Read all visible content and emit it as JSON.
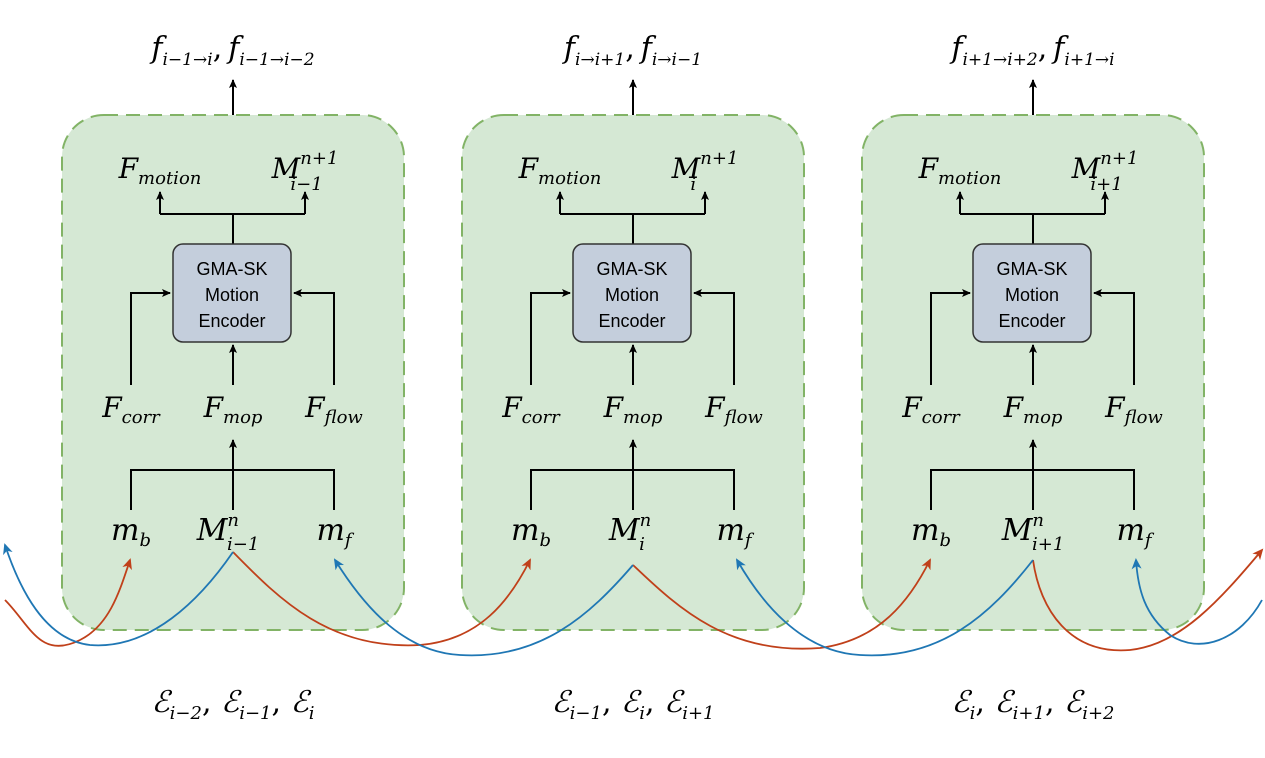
{
  "encoder_text": [
    "GMA-SK",
    "Motion",
    "Encoder"
  ],
  "panels": [
    {
      "top_output": {
        "a_base": "f",
        "a_sub": "i−1→i",
        "sep": ",",
        "b_base": "f",
        "b_sub": "i−1→i−2"
      },
      "f_motion": {
        "base": "F",
        "sub": "motion"
      },
      "m_next": {
        "base": "M",
        "sub": "i−1",
        "sup": "n+1"
      },
      "f_corr": {
        "base": "F",
        "sub": "corr"
      },
      "f_mop": {
        "base": "F",
        "sub": "mop"
      },
      "f_flow": {
        "base": "F",
        "sub": "flow"
      },
      "m_b": {
        "base": "m",
        "sub": "b"
      },
      "m_cur": {
        "base": "M",
        "sub": "i−1",
        "sup": "n"
      },
      "m_f": {
        "base": "m",
        "sub": "f"
      },
      "bottom_label": {
        "e1": "i−2",
        "e2": "i−1",
        "e3": "i"
      }
    },
    {
      "top_output": {
        "a_base": "f",
        "a_sub": "i→i+1",
        "sep": ",",
        "b_base": "f",
        "b_sub": "i→i−1"
      },
      "f_motion": {
        "base": "F",
        "sub": "motion"
      },
      "m_next": {
        "base": "M",
        "sub": "i",
        "sup": "n+1"
      },
      "f_corr": {
        "base": "F",
        "sub": "corr"
      },
      "f_mop": {
        "base": "F",
        "sub": "mop"
      },
      "f_flow": {
        "base": "F",
        "sub": "flow"
      },
      "m_b": {
        "base": "m",
        "sub": "b"
      },
      "m_cur": {
        "base": "M",
        "sub": "i",
        "sup": "n"
      },
      "m_f": {
        "base": "m",
        "sub": "f"
      },
      "bottom_label": {
        "e1": "i−1",
        "e2": "i",
        "e3": "i+1"
      }
    },
    {
      "top_output": {
        "a_base": "f",
        "a_sub": "i+1→i+2",
        "sep": ",",
        "b_base": "f",
        "b_sub": "i+1→i"
      },
      "f_motion": {
        "base": "F",
        "sub": "motion"
      },
      "m_next": {
        "base": "M",
        "sub": "i+1",
        "sup": "n+1"
      },
      "f_corr": {
        "base": "F",
        "sub": "corr"
      },
      "f_mop": {
        "base": "F",
        "sub": "mop"
      },
      "f_flow": {
        "base": "F",
        "sub": "flow"
      },
      "m_b": {
        "base": "m",
        "sub": "b"
      },
      "m_cur": {
        "base": "M",
        "sub": "i+1",
        "sup": "n"
      },
      "m_f": {
        "base": "m",
        "sub": "f"
      },
      "bottom_label": {
        "e1": "i",
        "e2": "i+1",
        "e3": "i+2"
      }
    }
  ],
  "script_E": "ℰ",
  "colors": {
    "panel_fill": "#d5e8d4",
    "panel_stroke": "#82b366",
    "encoder_fill": "#c4cedc",
    "encoder_stroke": "#333333",
    "red": "#c0401a",
    "blue": "#1f77b4"
  }
}
